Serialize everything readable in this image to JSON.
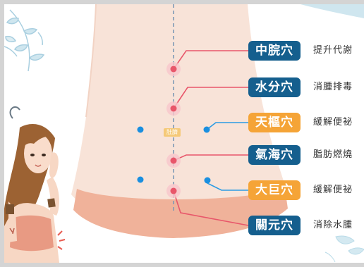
{
  "navel_label": "肚臍",
  "acupoints": [
    {
      "name": "中脘穴",
      "effect": "提升代謝",
      "badge_color": "#155f8e"
    },
    {
      "name": "水分穴",
      "effect": "消腫排毒",
      "badge_color": "#155f8e"
    },
    {
      "name": "天樞穴",
      "effect": "緩解便祕",
      "badge_color": "#f5a437"
    },
    {
      "name": "氣海穴",
      "effect": "脂肪燃燒",
      "badge_color": "#155f8e"
    },
    {
      "name": "大巨穴",
      "effect": "緩解便祕",
      "badge_color": "#f5a437"
    },
    {
      "name": "關元穴",
      "effect": "消除水腫",
      "badge_color": "#155f8e"
    }
  ],
  "colors": {
    "point_red": "#e8566a",
    "point_blue": "#1a8fe0",
    "skin": "#f7e1d6",
    "briefs": "#f0b29a"
  }
}
